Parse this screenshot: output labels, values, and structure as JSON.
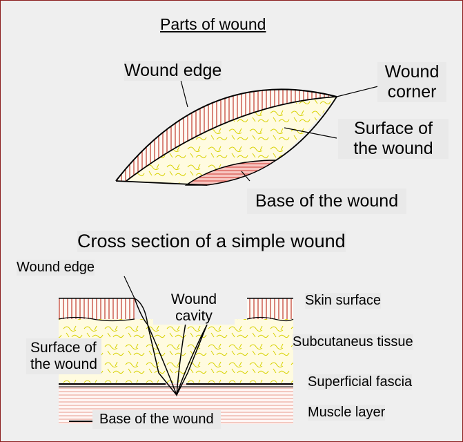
{
  "top": {
    "title": "Parts of wound",
    "wound_edge": "Wound edge",
    "wound_corner_line1": "Wound",
    "wound_corner_line2": "corner",
    "surface_line1": "Surface of",
    "surface_line2": "the wound",
    "base": "Base of the wound"
  },
  "bottom": {
    "title": "Cross section of a simple wound",
    "wound_edge": "Wound edge",
    "cavity_line1": "Wound",
    "cavity_line2": "cavity",
    "surface_line1": "Surface of",
    "surface_line2": "the wound",
    "base": "Base of the wound",
    "layers": {
      "skin": "Skin surface",
      "subcutaneous": "Subcutaneus tissue",
      "fascia": "Superficial fascia",
      "muscle": "Muscle layer"
    }
  },
  "colors": {
    "border": "#8a1c1c",
    "hatch": "#c0392b",
    "tissue_fill": "#fffbe0",
    "tissue_pattern": "#d8d200",
    "label_bg": "#e9e9e9",
    "background": "#efefef"
  }
}
